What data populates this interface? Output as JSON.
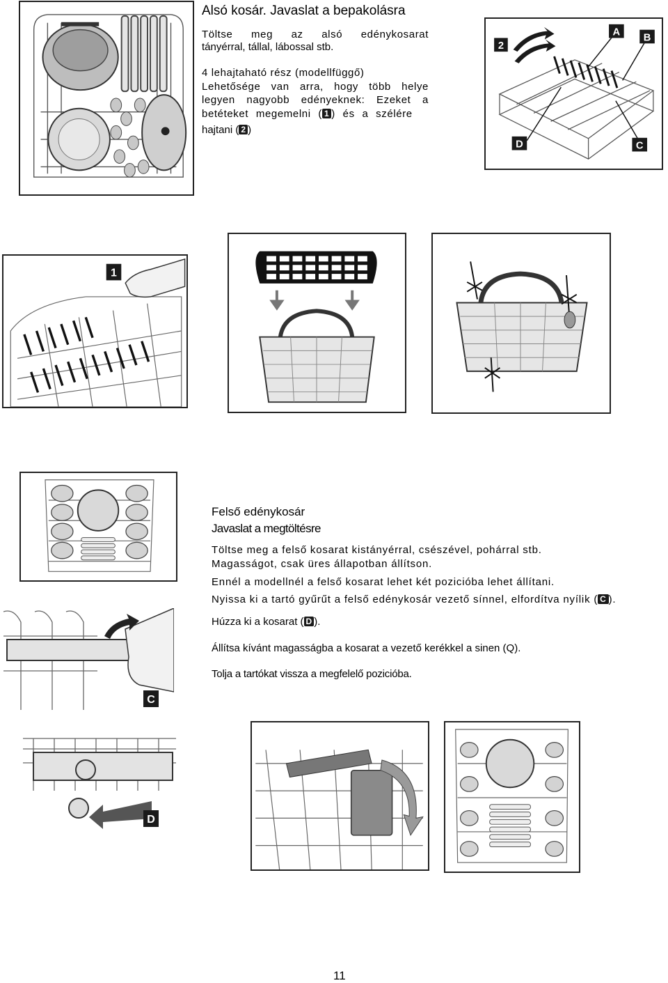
{
  "lower_basket": {
    "title": "Alsó kosár. Javaslat a bepakolásra",
    "intro_line1": "Töltse meg az alsó edénykosarat",
    "intro_line2": "tányérral, tállal, lábossal stb.",
    "fold_line1": "4 lehajtaható rész (modellfüggő)",
    "fold_line2": "Lehetősége van arra, hogy több helye",
    "fold_line3": "legyen nagyobb edényeknek: Ezeket a",
    "fold_line4_a": "betéteket megemelni (",
    "fold_line4_b": ") és a szélére",
    "fold_line5_a": "hajtani (",
    "fold_line5_b": ")",
    "badge_1": "1",
    "badge_2": "2"
  },
  "figure_labels": {
    "a": "A",
    "b": "B",
    "c": "C",
    "d": "D",
    "one": "1",
    "two": "2"
  },
  "upper_basket": {
    "title": "Felső edénykosár",
    "subtitle": "Javaslat a megtöltésre",
    "line1": "Töltse meg a felső kosarat kistányérral, csészével, pohárral stb.",
    "line2": "Magasságot, csak üres állapotban állítson.",
    "line3": "Ennél a modellnél a felső kosarat lehet két pozicióba lehet állítani.",
    "line4_a": "Nyissa ki a tartó gyűrűt a felső edénykosár vezető sínnel, elfordítva nyílik (",
    "line4_b": ").",
    "line5_a": "Húzza ki a kosarat (",
    "line5_b": ").",
    "line6": "Állítsa kívánt magasságba a kosarat a vezető kerékkel a sinen (Q).",
    "line7": "Tolja a tartókat vissza a megfelelő pozicióba.",
    "badge_c": "C",
    "badge_d": "D"
  },
  "page_number": "11"
}
